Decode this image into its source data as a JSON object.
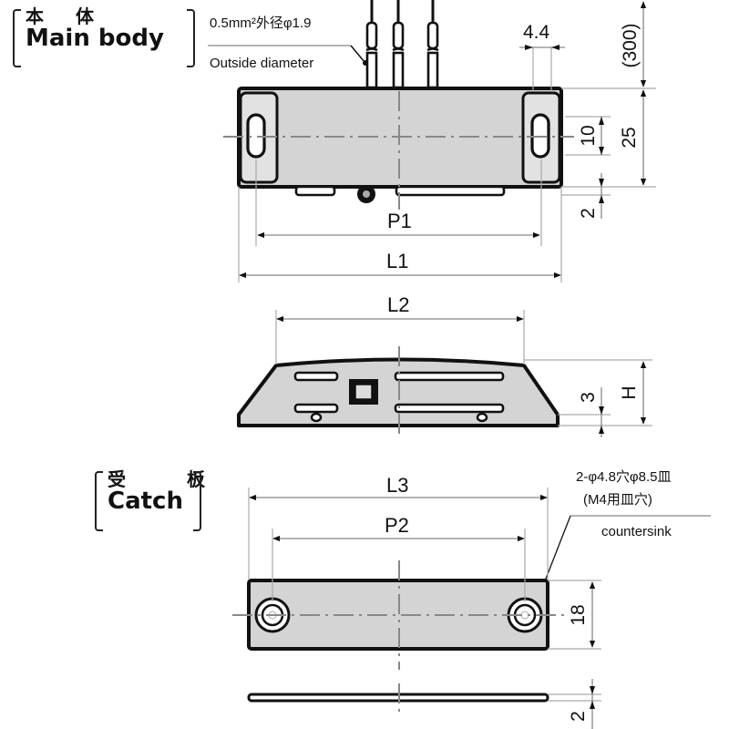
{
  "main_body": {
    "title_jp": "本 体",
    "title_en": "Main body",
    "wire_note_line1": "0.5mm²外径φ1.9",
    "wire_note_line2": "Outside diameter",
    "dim_slot_offset": "4.4",
    "dim_wire_length": "(300)",
    "dim_slot_length": "10",
    "dim_height": "25",
    "dim_foot": "2",
    "dim_pitch": "P1",
    "dim_length": "L1"
  },
  "side_view": {
    "dim_length": "L2",
    "dim_step": "3",
    "dim_height": "H"
  },
  "catch": {
    "title_jp": "受 板",
    "title_en": "Catch",
    "hole_note_line1": "2-φ4.8穴φ8.5皿",
    "hole_note_line2": "(M4用皿穴)",
    "hole_note_line3": "countersink",
    "dim_length": "L3",
    "dim_pitch": "P2",
    "dim_width": "18",
    "dim_thickness": "2"
  },
  "colors": {
    "outline": "#111111",
    "fill": "#d4d4d4",
    "dimension": "#888888"
  }
}
